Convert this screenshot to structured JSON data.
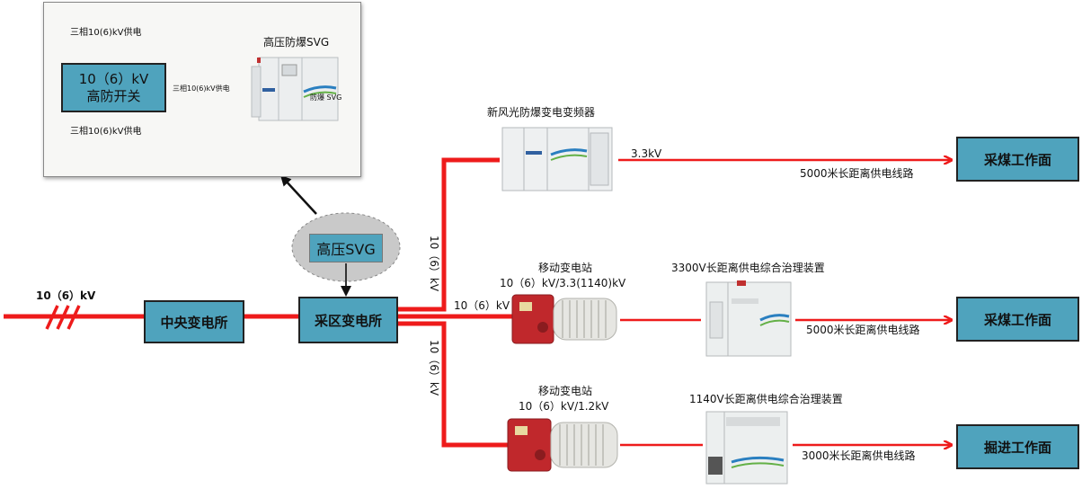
{
  "inset": {
    "top_supply": "三相10(6)kV供电",
    "bottom_supply": "三相10(6)kV供电",
    "switch_line1": "10（6）kV",
    "switch_line2": "高防开关",
    "mid_supply": "三相10(6)kV供电",
    "svg_title": "高压防爆SVG",
    "svg_badge": "防爆 SVG"
  },
  "svg_bubble": "高压SVG",
  "input_voltage": "10（6）kV",
  "central_substation": "中央变电所",
  "district_substation": "采区变电所",
  "branch_top_voltage": "10（6）kV",
  "branch_mid_voltage": "10（6）kV",
  "branch_bottom_voltage": "10（6）kV",
  "inverter": {
    "title": "新风光防爆变电变频器",
    "output": "3.3kV",
    "line": "5000米长距离供电线路",
    "target": "采煤工作面"
  },
  "mobile_a": {
    "title": "移动变电站",
    "spec": "10（6）kV/3.3(1140)kV",
    "device": "3300V长距离供电综合治理装置",
    "line": "5000米长距离供电线路",
    "target": "采煤工作面"
  },
  "mobile_b": {
    "title": "移动变电站",
    "spec": "10（6）kV/1.2kV",
    "device": "1140V长距离供电综合治理装置",
    "line": "3000米长距离供电线路",
    "target": "掘进工作面"
  },
  "colors": {
    "line": "#ee1b1b",
    "box": "#4fa3bd",
    "bubble": "#c9c9c9",
    "equip_red": "#c0282c"
  }
}
